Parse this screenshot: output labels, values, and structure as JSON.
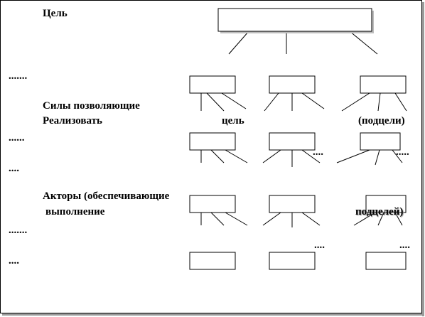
{
  "labels": {
    "goal": "Цель",
    "forces_line1": "Силы  позволяющие",
    "forces_line2": "Реализовать",
    "forces_mid": "цель",
    "forces_right": "(подцели)",
    "actors_line1": "Акторы (обеспечивающие",
    "actors_line2": " выполнение",
    "actors_right": "подцелей)"
  },
  "dots": {
    "row1_left": ".......",
    "row2_left": "......",
    "row3_left": "....",
    "row4_left": ".......",
    "row5_left": "....",
    "row2_mid": "....",
    "row2_right": ".....",
    "row4_mid": "....",
    "row4_right": "...."
  }
}
